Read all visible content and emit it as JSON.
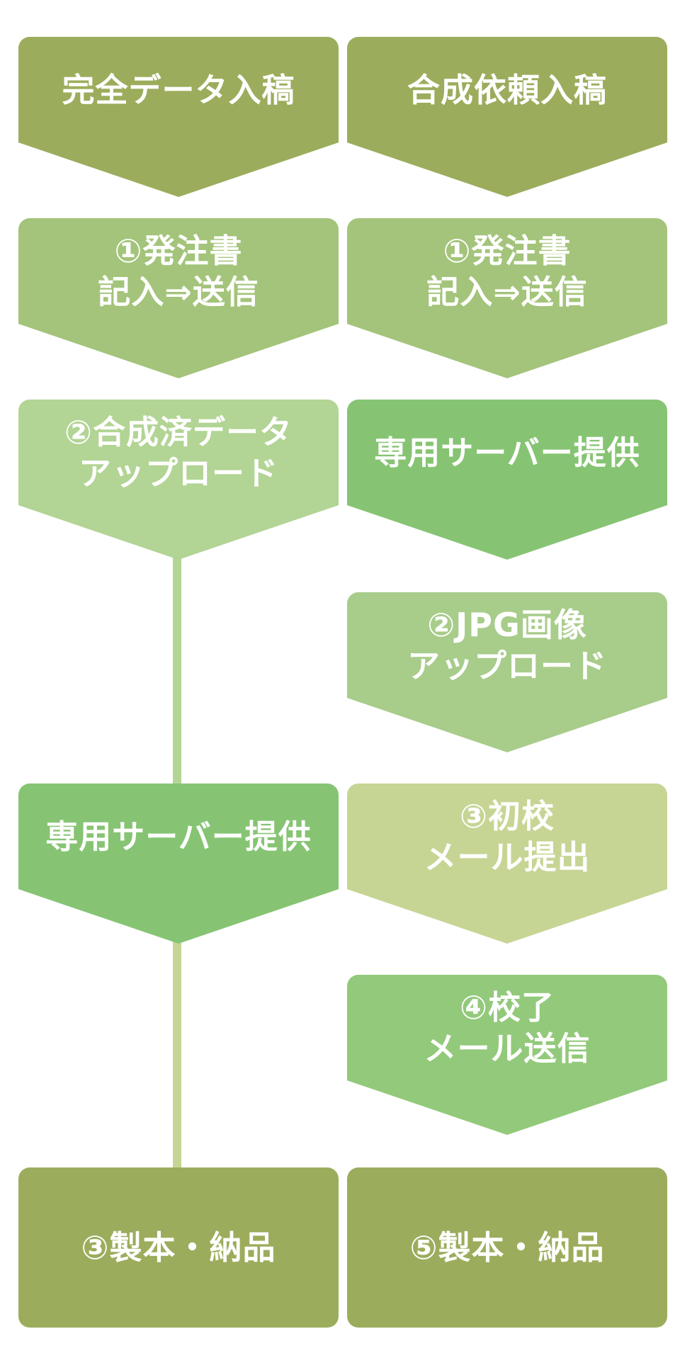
{
  "colors": {
    "olive": "#9bad5c",
    "green_mid": "#a3c47a",
    "green_light": "#b2d494",
    "green_bright": "#86c473",
    "green_pale_light": "#a8cc8a",
    "khaki": "#c6d594",
    "green_soft": "#93c97b",
    "connector_upper": "#b3d595",
    "connector_lower": "#c6d594"
  },
  "left_column": {
    "header": "完全データ入稿",
    "step1": "①発注書\n記入⇒送信",
    "step2": "②合成済データ\nアップロード",
    "server": "専用サーバー提供",
    "final": "③製本・納品"
  },
  "right_column": {
    "header": "合成依頼入稿",
    "step1": "①発注書\n記入⇒送信",
    "server": "専用サーバー提供",
    "step2": "②JPG画像\nアップロード",
    "step3": "③初校\nメール提出",
    "step4": "④校了\nメール送信",
    "final": "⑤製本・納品"
  }
}
